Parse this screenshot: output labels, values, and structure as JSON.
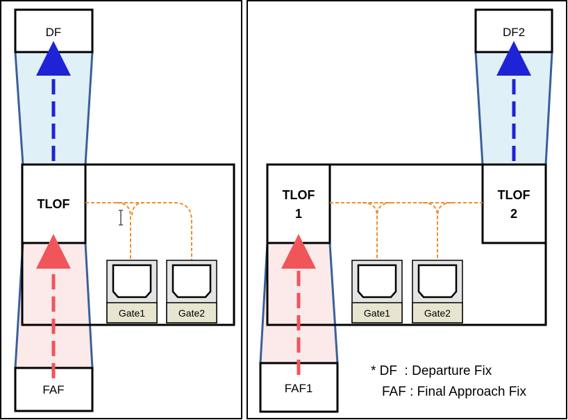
{
  "left_panel": {
    "df_label": "DF",
    "tlof_label": "TLOF",
    "faf_label": "FAF",
    "gates": [
      "Gate1",
      "Gate2"
    ]
  },
  "right_panel": {
    "df_label": "DF2",
    "tlof1_line1": "TLOF",
    "tlof1_line2": "1",
    "tlof2_line1": "TLOF",
    "tlof2_line2": "2",
    "faf_label": "FAF1",
    "gates": [
      "Gate1",
      "Gate2"
    ]
  },
  "legend": {
    "line1": "* DF  : Departure Fix",
    "line2": "FAF : Final Approach Fix"
  },
  "colors": {
    "departure_arrow": "#1f23d6",
    "approach_arrow": "#f0555a",
    "departure_fill": "#dff0f7",
    "approach_fill": "#fbe5e6",
    "corridor_border": "#3a5f9a",
    "taxi_path": "#f08c2a",
    "gate_label_bg": "#e7e4cf"
  }
}
